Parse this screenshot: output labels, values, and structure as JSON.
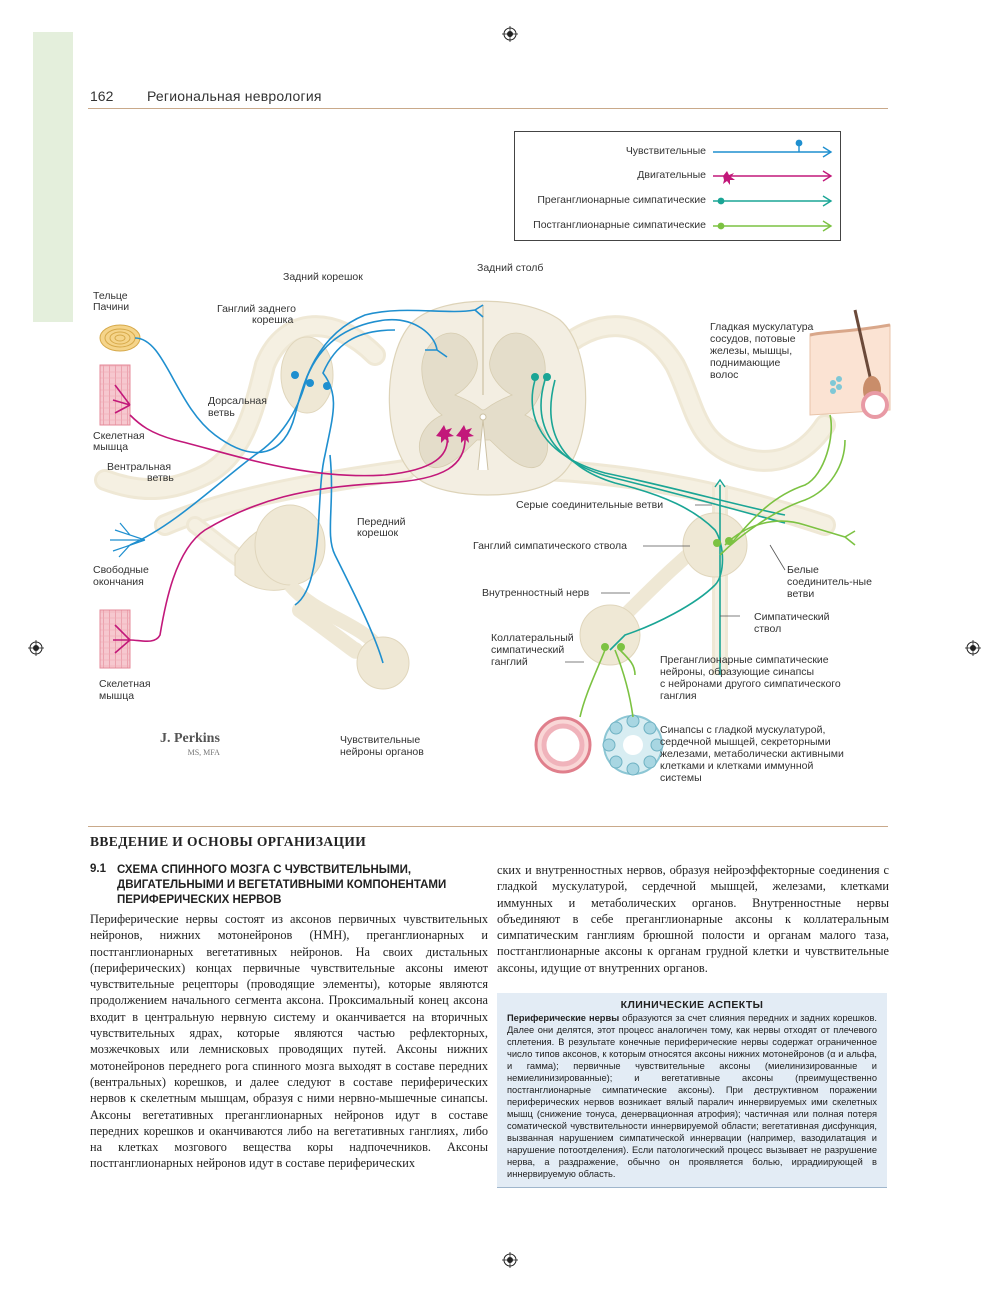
{
  "header": {
    "page_number": "162",
    "running_head": "Региональная неврология"
  },
  "legend": {
    "items": [
      {
        "label": "Чувствительные",
        "color": "#1f8fcf",
        "marker": "dot"
      },
      {
        "label": "Двигательные",
        "color": "#c2187a",
        "marker": "star"
      },
      {
        "label": "Преганглионарные симпатические",
        "color": "#1aa595",
        "marker": "dot"
      },
      {
        "label": "Постганглионарные симпатические",
        "color": "#7cc242",
        "marker": "dot"
      }
    ]
  },
  "figure": {
    "labels": {
      "pacinian_1": "Тельце",
      "pacinian_2": "Пачини",
      "dorsal_root": "Задний корешок",
      "drg_1": "Ганглий заднего",
      "drg_2": "корешка",
      "dorsal_column": "Задний столб",
      "smooth_1": "Гладкая мускулатура",
      "smooth_2": "сосудов, потовые",
      "smooth_3": "железы, мышцы,",
      "smooth_4": "поднимающие",
      "smooth_5": "волос",
      "dorsal_branch_1": "Дорсальная",
      "dorsal_branch_2": "ветвь",
      "skeletal_1": "Скелетная",
      "skeletal_2": "мышца",
      "ventral_branch_1": "Вентральная",
      "ventral_branch_2": "ветвь",
      "gray_rami": "Серые соединительные ветви",
      "ventral_root_1": "Передний",
      "ventral_root_2": "корешок",
      "symp_trunk_ganglion": "Ганглий симпатического ствола",
      "free_endings_1": "Свободные",
      "free_endings_2": "окончания",
      "white_rami_1": "Белые",
      "white_rami_2": "соединитель-ные",
      "white_rami_3": "ветви",
      "splanchnic": "Внутренностный нерв",
      "symp_trunk_1": "Симпатический",
      "symp_trunk_2": "ствол",
      "collateral_1": "Коллатеральный",
      "collateral_2": "симпатический",
      "collateral_3": "ганглий",
      "pregang_1": "Преганглионарные симпатические",
      "pregang_2": "нейроны, образующие синапсы",
      "pregang_3": "с нейронами другого симпатического",
      "pregang_4": "ганглия",
      "skeletal2_1": "Скелетная",
      "skeletal2_2": "мышца",
      "visceral_1": "Чувствительные",
      "visceral_2": "нейроны органов",
      "synapse_1": "Синапсы с гладкой мускулатурой,",
      "synapse_2": "сердечной мышцей, секреторными",
      "synapse_3": "железами, метаболически активными",
      "synapse_4": "клетками и клетками иммунной",
      "synapse_5": "системы"
    },
    "signature": {
      "name": "J. Perkins",
      "credentials": "MS, MFA"
    }
  },
  "section": {
    "heading": "ВВЕДЕНИЕ И ОСНОВЫ ОРГАНИЗАЦИИ",
    "sub_number": "9.1",
    "sub_heading": "СХЕМА СПИННОГО МОЗГА С ЧУВСТВИТЕЛЬНЫМИ, ДВИГАТЕЛЬНЫМИ И ВЕГЕТАТИВНЫМИ КОМПОНЕНТАМИ ПЕРИФЕРИЧЕСКИХ НЕРВОВ",
    "col1_text": "Периферические нервы состоят из аксонов первичных чувствительных нейронов, нижних мотонейронов (НМН), преганглионарных и постганглионарных вегетативных нейронов. На своих дистальных (периферических) концах первичные чувствительные аксоны имеют чувствительные рецепторы (проводящие элементы), которые являются продолжением начального сегмента аксона. Проксимальный конец аксона входит в центральную нервную систему и оканчивается на вторичных чувствительных ядрах, которые являются частью рефлекторных, мозжечковых или лемнисковых проводящих путей. Аксоны нижних мотонейронов переднего рога спинного мозга выходят в составе передних (вентральных) корешков, и далее следуют в составе периферических нервов к скелетным мышцам, образуя с ними нервно-мышечные синапсы. Аксоны вегетативных преганглионарных нейронов идут в составе передних корешков и оканчиваются либо на вегетативных ганглиях, либо на клетках мозгового вещества коры надпочечников. Аксоны постганглионарных нейронов идут в составе периферических",
    "col2_text": "ских и внутренностных нервов, образуя нейроэффекторные соединения с гладкой мускулатурой, сердечной мышцей, железами, клетками иммунных и метаболических органов. Внутренностные нервы объединяют в себе преганглионарные аксоны к коллатеральным симпатическим ганглиям брюшной полости и органам малого таза, постганглионарные аксоны к органам грудной клетки и чувствительные аксоны, идущие от внутренних органов."
  },
  "clinical": {
    "title": "КЛИНИЧЕСКИЕ АСПЕКТЫ",
    "lead": "Периферические нервы",
    "text": " образуются за счет слияния передних и задних корешков. Далее они делятся, этот процесс аналогичен тому, как нервы отходят от плечевого сплетения. В результате конечные периферические нервы содержат ограниченное число типов аксонов, к которым относятся аксоны нижних мотонейронов (α и альфа, и гамма); первичные чувствительные аксоны (миелинизированные и немиелинизированные); и вегетативные аксоны (преимущественно постганглионарные симпатические аксоны). При деструктивном поражении периферических нервов возникает вялый паралич иннервируемых ими скелетных мышц (снижение тонуса, денервационная атрофия); частичная или полная потеря соматической чувствительности иннервируемой области; вегетативная дисфункция, вызванная нарушением симпатической иннервации (например, вазодилатация и нарушение потоотделения). Если патологический процесс вызывает не разрушение нерва, а раздражение, обычно он проявляется болью, иррадиирующей в иннервируемую область."
  }
}
